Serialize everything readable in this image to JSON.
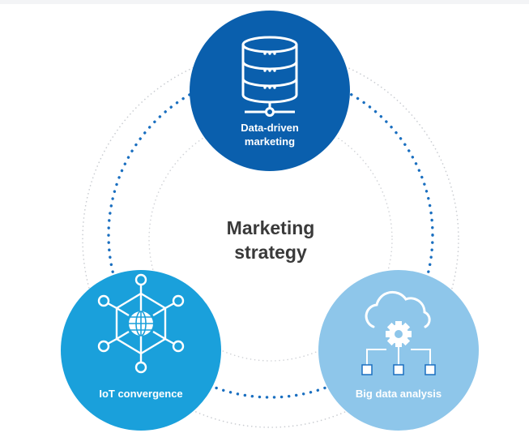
{
  "center": {
    "line1": "Marketing",
    "line2": "strategy"
  },
  "nodes": {
    "data_driven": {
      "line1": "Data-driven",
      "line2": "marketing",
      "icon": "database-icon"
    },
    "iot": {
      "label": "IoT convergence",
      "icon": "network-globe-icon"
    },
    "big_data": {
      "label": "Big data analysis",
      "icon": "cloud-gear-icon"
    }
  },
  "colors": {
    "data_driven": "#0a5fad",
    "iot": "#1aa0db",
    "big_data": "#8ec6ea",
    "connector_dots": "#1a6fc0",
    "guide_dots": "#c9ccd1",
    "title": "#3a3a3a"
  }
}
